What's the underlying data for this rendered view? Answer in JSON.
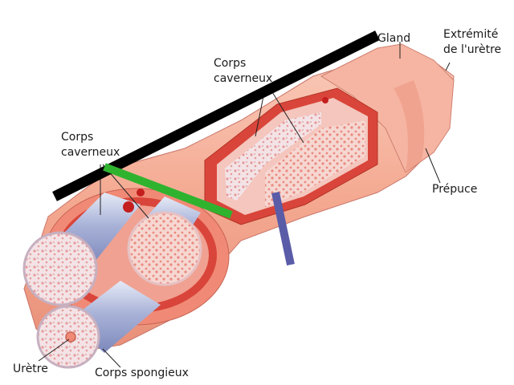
{
  "labels": {
    "corps_caverneux_top": [
      "Corps",
      "caverneux"
    ],
    "corps_caverneux_left": [
      "Corps",
      "caverneux"
    ],
    "gland": "Gland",
    "extremite_uretre": [
      "Extrémité",
      "de l'urètre"
    ],
    "prepuce": "Prépuce",
    "uretre": "Urètre",
    "corps_spongieux": "Corps spongieux"
  },
  "colors": {
    "skin": "#f4a08e",
    "skin_light": "#f8c2b2",
    "tissue_red": "#d9453a",
    "sponge_white": "#f3e6ea",
    "tube_blue": "#aab4d8",
    "overlay_black": "#000000",
    "overlay_green": "#2fb32f",
    "overlay_purple": "#5a5ca8"
  }
}
